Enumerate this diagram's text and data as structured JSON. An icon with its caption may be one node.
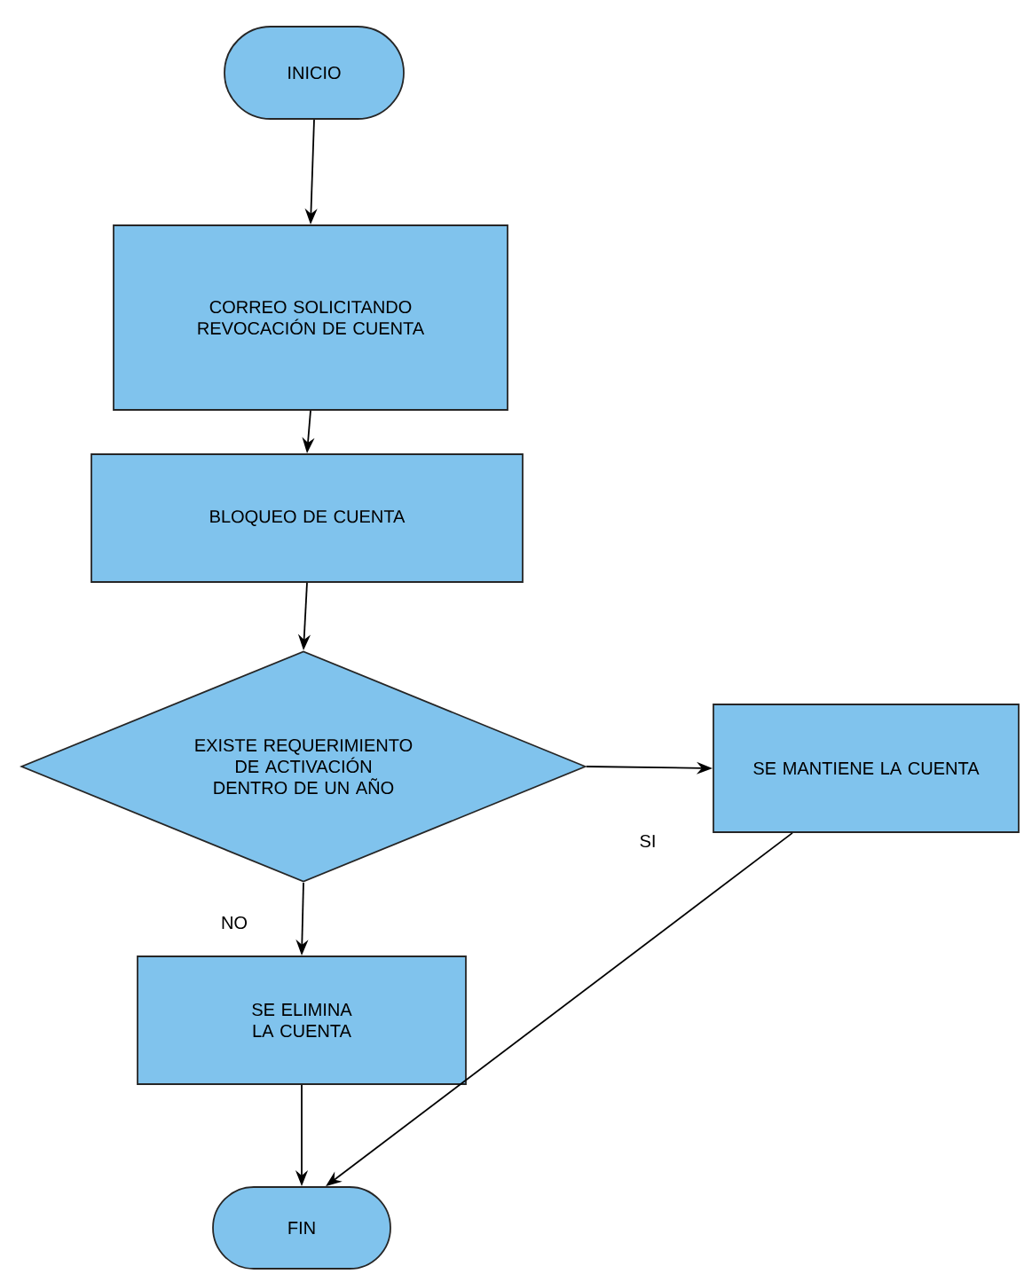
{
  "diagram": {
    "nodes": [
      {
        "text": [
          "INICIO"
        ]
      },
      {
        "text": [
          "CORREO SOLICITANDO REVOCACIÓN DE CUENTA"
        ]
      },
      {
        "text": [
          "BLOQUEO DE CUENTA"
        ]
      },
      {
        "text": [
          "EXISTE REQUERIMIENTO DE ACTIVACIÓN DENTRO DE UN AÑO"
        ]
      },
      {
        "text": [
          "SE MANTIENE LA CUENTA"
        ]
      },
      {
        "text": [
          "SE ELIMINA LA CUENTA"
        ]
      },
      {
        "text": [
          "FIN"
        ]
      }
    ],
    "edges": [
      {
        "from": 0,
        "to": 1,
        "arrow": "to"
      },
      {
        "from": 1,
        "to": 2,
        "arrow": "to"
      },
      {
        "from": 2,
        "to": 3,
        "arrow": "to"
      },
      {
        "from": 3,
        "to": 4,
        "arrow": "to",
        "label": "SI"
      },
      {
        "from": 3,
        "to": 5,
        "arrow": "to",
        "label": "NO"
      },
      {
        "from": 5,
        "to": 6,
        "arrow": "to"
      },
      {
        "from": 4,
        "to": 6,
        "arrow": "to"
      }
    ]
  }
}
